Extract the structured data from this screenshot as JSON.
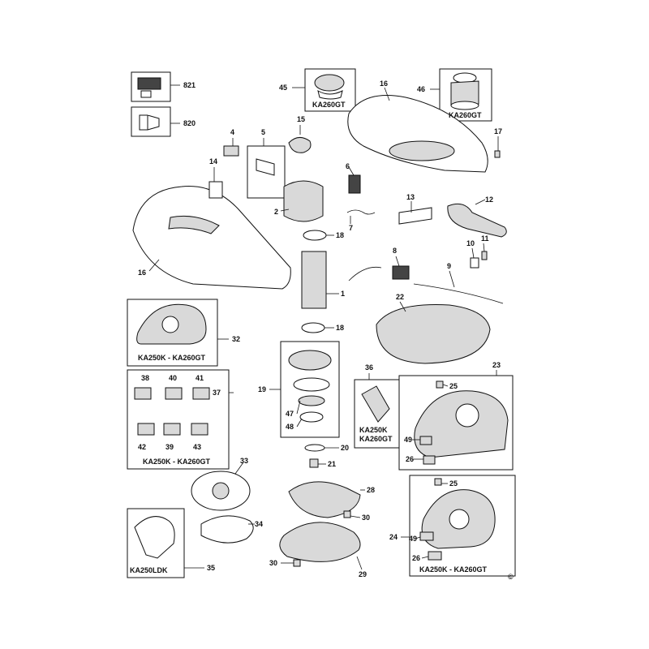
{
  "labels": {
    "l821": "821",
    "l820": "820",
    "l45": "45",
    "l16a": "16",
    "l46": "46",
    "l17": "17",
    "l4": "4",
    "l5": "5",
    "l15": "15",
    "l14": "14",
    "l6": "6",
    "l2": "2",
    "l13": "13",
    "l12": "12",
    "l7": "7",
    "l18a": "18",
    "l16b": "16",
    "l8": "8",
    "l10": "10",
    "l11": "11",
    "l9": "9",
    "l1": "1",
    "l22": "22",
    "l32": "32",
    "l18b": "18",
    "l36": "36",
    "l23": "23",
    "l38": "38",
    "l40": "40",
    "l41": "41",
    "l37": "37",
    "l19": "19",
    "l25a": "25",
    "l47": "47",
    "l48": "48",
    "l49a": "49",
    "l42": "42",
    "l39": "39",
    "l43": "43",
    "l20": "20",
    "l26a": "26",
    "l21": "21",
    "l33": "33",
    "l25b": "25",
    "l28": "28",
    "l30a": "30",
    "l34": "34",
    "l24": "24",
    "l49b": "49",
    "l26b": "26",
    "l35": "35",
    "l30b": "30",
    "l29": "29",
    "copyright": "©"
  },
  "captions": {
    "c45": "KA260GT",
    "c46": "KA260GT",
    "c32": "KA250K - KA260GT",
    "c37": "KA250K - KA260GT",
    "c36a": "KA250K",
    "c36b": "KA260GT",
    "c24": "KA250K - KA260GT",
    "c35": "KA250LDK"
  },
  "colors": {
    "ink": "#111111",
    "paper": "#ffffff",
    "shade": "#d9d9d9",
    "dark": "#444444"
  }
}
